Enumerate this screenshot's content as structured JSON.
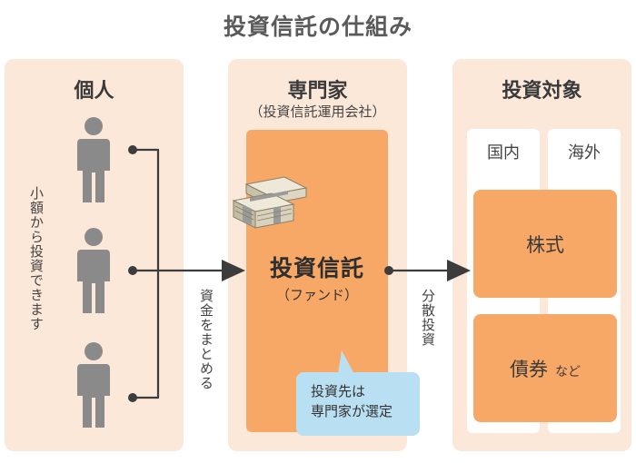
{
  "title": "投資信託の仕組み",
  "individual": {
    "heading": "個人",
    "note": "小額から投資できます"
  },
  "expert": {
    "heading": "専門家",
    "subheading": "（投資信託運用会社）",
    "fund_title": "投資信託",
    "fund_sub": "（ファンド）",
    "bubble_line1": "投資先は",
    "bubble_line2": "専門家が選定"
  },
  "flows": {
    "gather": "資金をまとめる",
    "diversify": "分散投資"
  },
  "targets": {
    "heading": "投資対象",
    "domestic": "国内",
    "overseas": "海外",
    "stocks": "株式",
    "bonds": "債券",
    "bonds_suffix": "など"
  },
  "colors": {
    "panel": "#fbe8d9",
    "orange": "#f8a866",
    "bubble": "#b9dff2",
    "person": "#8a8a8a",
    "arrow": "#3c3c3c"
  }
}
